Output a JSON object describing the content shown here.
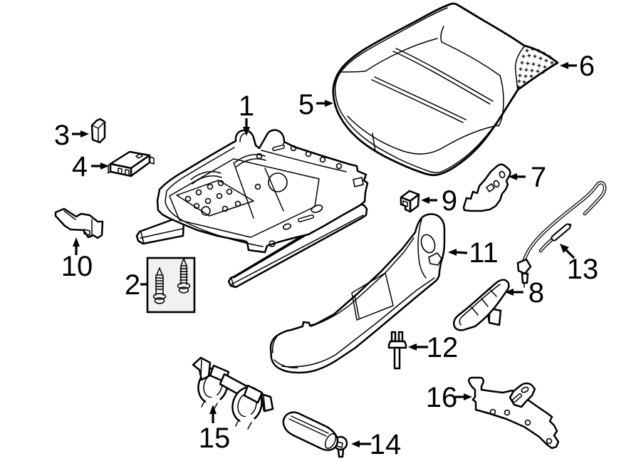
{
  "diagram": {
    "background_color": "#ffffff",
    "line_color": "#000000",
    "screw_box_fill": "#f1f1f1",
    "callouts": [
      {
        "label": "1"
      },
      {
        "label": "2"
      },
      {
        "label": "3"
      },
      {
        "label": "4"
      },
      {
        "label": "5"
      },
      {
        "label": "6"
      },
      {
        "label": "7"
      },
      {
        "label": "8"
      },
      {
        "label": "9"
      },
      {
        "label": "10"
      },
      {
        "label": "11"
      },
      {
        "label": "12"
      },
      {
        "label": "13"
      },
      {
        "label": "14"
      },
      {
        "label": "15"
      },
      {
        "label": "16"
      }
    ]
  }
}
